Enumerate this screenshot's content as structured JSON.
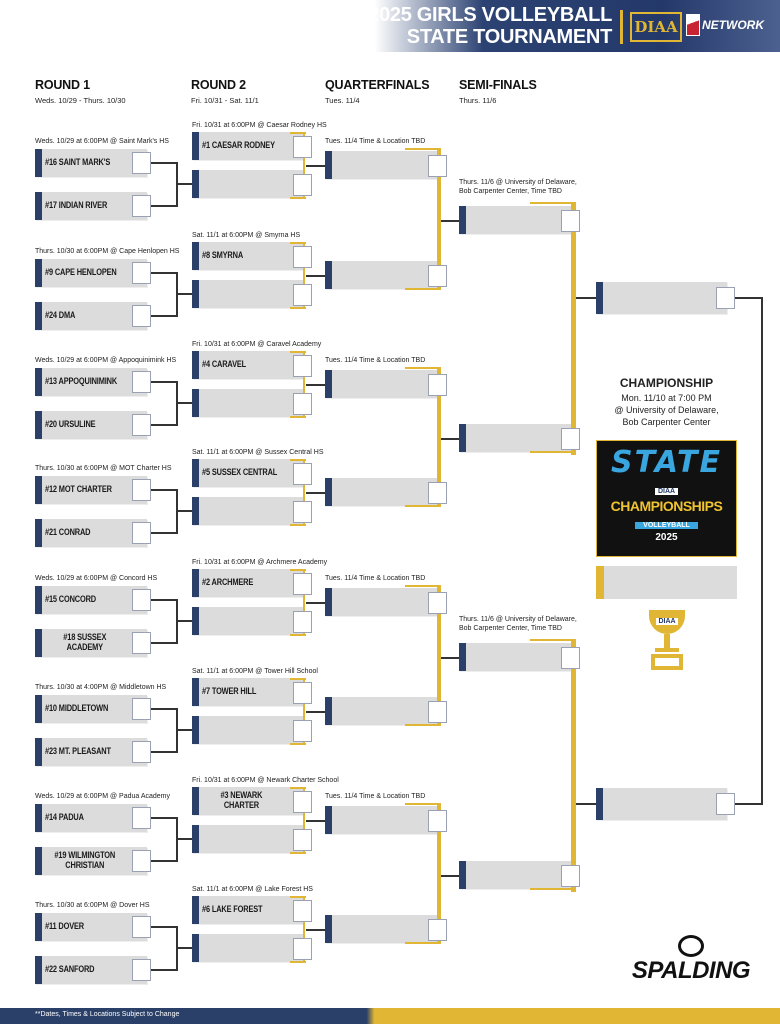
{
  "header": {
    "title_line1": "2025 GIRLS VOLLEYBALL",
    "title_line2": "STATE TOURNAMENT",
    "logo_diaa": "DIAA",
    "logo_network": "NETWORK"
  },
  "rounds": [
    {
      "name": "ROUND 1",
      "dates": "Weds. 10/29 - Thurs. 10/30"
    },
    {
      "name": "ROUND 2",
      "dates": "Fri. 10/31 - Sat. 11/1"
    },
    {
      "name": "QUARTERFINALS",
      "dates": "Tues. 11/4"
    },
    {
      "name": "SEMI-FINALS",
      "dates": "Thurs. 11/6"
    }
  ],
  "round1": [
    {
      "site": "Weds. 10/29 at 6:00PM @ Saint Mark's HS",
      "teams": [
        "#16 SAINT MARK'S",
        "#17 INDIAN RIVER"
      ]
    },
    {
      "site": "Thurs. 10/30 at 6:00PM @ Cape Henlopen HS",
      "teams": [
        "#9 CAPE HENLOPEN",
        "#24 DMA"
      ]
    },
    {
      "site": "Weds. 10/29 at 6:00PM @ Appoquinimink HS",
      "teams": [
        "#13 APPOQUINIMINK",
        "#20 URSULINE"
      ]
    },
    {
      "site": "Thurs. 10/30 at 6:00PM @ MOT Charter HS",
      "teams": [
        "#12 MOT CHARTER",
        "#21 CONRAD"
      ]
    },
    {
      "site": "Weds. 10/29 at 6:00PM @ Concord HS",
      "teams": [
        "#15 CONCORD",
        "#18 SUSSEX ACADEMY"
      ]
    },
    {
      "site": "Thurs. 10/30 at 4:00PM @ Middletown HS",
      "teams": [
        "#10 MIDDLETOWN",
        "#23 MT. PLEASANT"
      ]
    },
    {
      "site": "Weds. 10/29 at 6:00PM @ Padua Academy",
      "teams": [
        "#14 PADUA",
        "#19 WILMINGTON CHRISTIAN"
      ]
    },
    {
      "site": "Thurs. 10/30 at 6:00PM @ Dover HS",
      "teams": [
        "#11 DOVER",
        "#22 SANFORD"
      ]
    }
  ],
  "round2": [
    {
      "site": "Fri. 10/31 at 6:00PM @ Caesar Rodney HS",
      "team": "#1 CAESAR RODNEY"
    },
    {
      "site": "Sat. 11/1 at 6:00PM @ Smyrna HS",
      "team": "#8 SMYRNA"
    },
    {
      "site": "Fri. 10/31 at 6:00PM @ Caravel Academy",
      "team": "#4 CARAVEL"
    },
    {
      "site": "Sat. 11/1 at 6:00PM @ Sussex Central HS",
      "team": "#5 SUSSEX CENTRAL"
    },
    {
      "site": "Fri. 10/31 at 6:00PM @ Archmere Academy",
      "team": "#2 ARCHMERE"
    },
    {
      "site": "Sat. 11/1 at 6:00PM @ Tower Hill School",
      "team": "#7 TOWER HILL"
    },
    {
      "site": "Fri. 10/31 at 6:00PM @ Newark Charter School",
      "team": "#3 NEWARK CHARTER"
    },
    {
      "site": "Sat. 11/1 at 6:00PM @ Lake Forest HS",
      "team": "#6 LAKE FOREST"
    }
  ],
  "quarterfinals": [
    {
      "site": "Tues. 11/4 Time & Location TBD"
    },
    {
      "site": "Tues. 11/4 Time & Location TBD"
    },
    {
      "site": "Tues. 11/4 Time & Location TBD"
    },
    {
      "site": "Tues. 11/4 Time & Location TBD"
    }
  ],
  "semifinals": [
    {
      "site_line1": "Thurs. 11/6 @ University of Delaware,",
      "site_line2": "Bob Carpenter Center, Time TBD"
    },
    {
      "site_line1": "Thurs. 11/6 @ University of Delaware,",
      "site_line2": "Bob Carpenter Center, Time TBD"
    }
  ],
  "championship": {
    "title": "CHAMPIONSHIP",
    "line1": "Mon. 11/10 at 7:00 PM",
    "line2": "@ University of Delaware,",
    "line3": "Bob Carpenter Center",
    "logo": {
      "state": "STATE",
      "champs": "CHAMPIONSHIPS",
      "sport": "VOLLEYBALL",
      "year": "2025",
      "org": "DIAA"
    }
  },
  "trophy_label": "DIAA",
  "sponsor": "SPALDING",
  "footer_note": "**Dates, Times & Locations Subject to Change",
  "colors": {
    "navy": "#2b4068",
    "gold": "#e0b634",
    "slot": "#dcdcdc"
  }
}
